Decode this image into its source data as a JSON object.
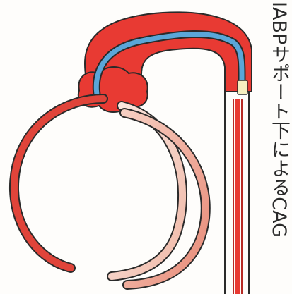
{
  "caption": "IABPサポート下によるCAG",
  "colors": {
    "background": "#fefdfb",
    "aorta_fill": "#e83a33",
    "aorta_stroke": "#b72a25",
    "artery_red": "#e0443a",
    "balloon_catheter": "#5aa6d8",
    "balloon_marker": "#f6efc0",
    "coronary_catheter_light": "#f7dcd2",
    "coronary_catheter_mid": "#eeb3a3",
    "outline": "#2a2a2a"
  },
  "icons": [
    "aortic-arch",
    "iabp-balloon",
    "coronary-artery",
    "guiding-catheter"
  ]
}
